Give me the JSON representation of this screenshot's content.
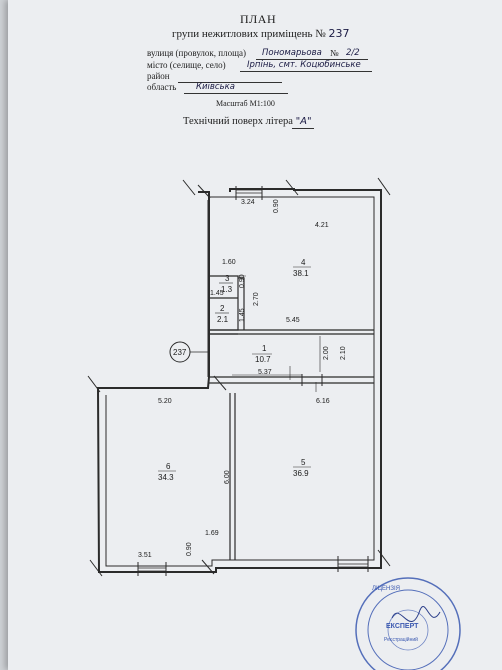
{
  "header": {
    "title": "ПЛАН",
    "subtitle_prefix": "групи нежитлових приміщень №",
    "premises_number": "237"
  },
  "address": {
    "street_label": "вулиця (провулок, площа)",
    "street_value": "Пономарьова",
    "house_label": "№",
    "house_value": "2/2",
    "city_label": "місто (селище, село)",
    "city_value": "Ірпінь, смт. Коцюбинське",
    "district_label": "район",
    "district_value": "",
    "region_label": "область",
    "region_value": "Київська"
  },
  "scale": "Масштаб М1:100",
  "floor": {
    "label": "Технічний поверх  літера",
    "letter": "\"А\""
  },
  "plan": {
    "marker": "237",
    "rooms": [
      {
        "number": "1",
        "area": "10.7"
      },
      {
        "number": "2",
        "area": "2.1"
      },
      {
        "number": "3",
        "area": "1.3"
      },
      {
        "number": "4",
        "area": "38.1"
      },
      {
        "number": "5",
        "area": "36.9"
      },
      {
        "number": "6",
        "area": "34.3"
      }
    ],
    "dimensions": {
      "d324": "3.24",
      "d090_top": "0.90",
      "d421": "4.21",
      "d160": "1.60",
      "d090_wc": "0.90",
      "d145_a": "1.45",
      "d145_b": "1.45",
      "d270": "2.70",
      "d545": "5.45",
      "d200": "2.00",
      "d210": "2.10",
      "d537": "5.37",
      "d520": "5.20",
      "d616": "6.16",
      "d600": "6.00",
      "d169": "1.69",
      "d351": "3.51",
      "d090_bottom": "0.90"
    }
  },
  "stamp": {
    "text_top": "ЛІЦЕНЗІЯ",
    "text_center": "ЕКСПЕРТ",
    "text_sub": "Реєстраційний",
    "signature": "підпис"
  }
}
